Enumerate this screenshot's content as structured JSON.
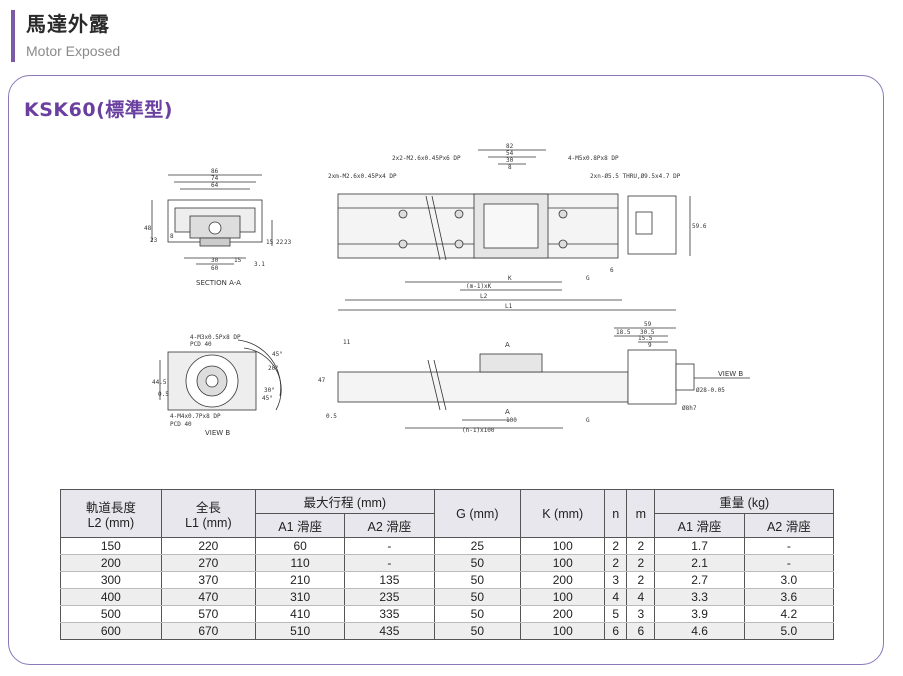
{
  "header": {
    "title_zh": "馬達外露",
    "title_en": "Motor Exposed"
  },
  "model": {
    "name": "KSK60(標準型)"
  },
  "drawing": {
    "front": {
      "dims": [
        "86",
        "74",
        "64",
        "48",
        "23",
        "8",
        "30",
        "60",
        "15",
        "3.1",
        "15",
        "22",
        "23"
      ],
      "section_label": "SECTION A-A"
    },
    "top": {
      "callouts": [
        "2x2-M2.6x0.45Px6 DP",
        "4-M5x0.8Px8 DP",
        "2xm-M2.6x0.45Px4 DP",
        "2xn-Ø5.5 THRU,Ø9.5x4.7 DP"
      ],
      "dims": [
        "82",
        "54",
        "30",
        "8",
        "K",
        "G",
        "(m-1)xK",
        "L2",
        "L1",
        "59.6",
        "6"
      ]
    },
    "end": {
      "callouts": [
        "4-M3x0.5Px8 DP",
        "PCD 40",
        "4-M4x0.7Px8 DP",
        "PCD 40"
      ],
      "dims": [
        "44.5",
        "0.5",
        "45°",
        "45°",
        "30°",
        "20°"
      ],
      "view_label": "VIEW B"
    },
    "side": {
      "dims": [
        "11",
        "47",
        "0.5",
        "A",
        "A",
        "100",
        "G",
        "(n-1)x100",
        "59",
        "18.5",
        "30.5",
        "15.5",
        "9",
        "Ø28-0.05",
        "Ø8h7"
      ],
      "view_label": "VIEW B"
    }
  },
  "table": {
    "headers": {
      "rail_length": "軌道長度",
      "rail_length_unit": "L2 (mm)",
      "total_length": "全長",
      "total_length_unit": "L1 (mm)",
      "max_stroke": "最大行程 (mm)",
      "a1": "A1 滑座",
      "a2": "A2 滑座",
      "g": "G (mm)",
      "k": "K (mm)",
      "n": "n",
      "m": "m",
      "weight": "重量 (kg)",
      "w_a1": "A1 滑座",
      "w_a2": "A2 滑座"
    },
    "rows": [
      [
        "150",
        "220",
        "60",
        "-",
        "25",
        "100",
        "2",
        "2",
        "1.7",
        "-"
      ],
      [
        "200",
        "270",
        "110",
        "-",
        "50",
        "100",
        "2",
        "2",
        "2.1",
        "-"
      ],
      [
        "300",
        "370",
        "210",
        "135",
        "50",
        "200",
        "3",
        "2",
        "2.7",
        "3.0"
      ],
      [
        "400",
        "470",
        "310",
        "235",
        "50",
        "100",
        "4",
        "4",
        "3.3",
        "3.6"
      ],
      [
        "500",
        "570",
        "410",
        "335",
        "50",
        "200",
        "5",
        "3",
        "3.9",
        "4.2"
      ],
      [
        "600",
        "670",
        "510",
        "435",
        "50",
        "100",
        "6",
        "6",
        "4.6",
        "5.0"
      ]
    ]
  }
}
